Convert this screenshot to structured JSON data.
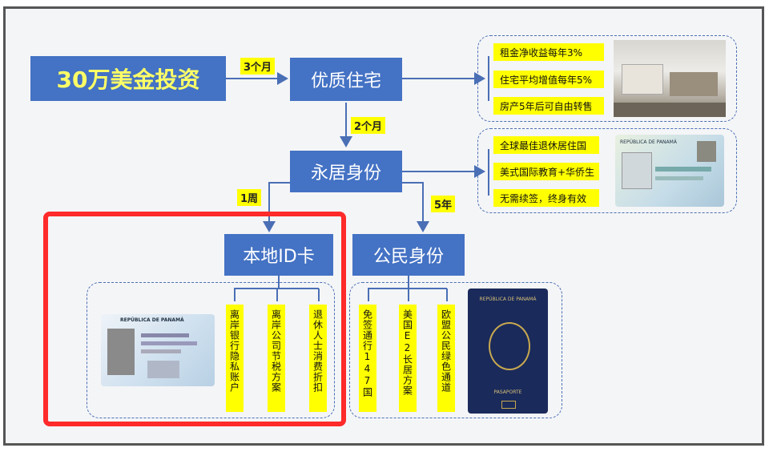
{
  "nodes": {
    "investment": "30万美金投资",
    "residence": "优质住宅",
    "permanent": "永居身份",
    "local_id": "本地ID卡",
    "citizen": "公民身份"
  },
  "edges": {
    "e1": "3个月",
    "e2": "2个月",
    "e3": "1周",
    "e4": "5年"
  },
  "residence_benefits": [
    "租金净收益每年3%",
    "住宅平均增值每年5%",
    "房产5年后可自由转售"
  ],
  "permanent_benefits": [
    "全球最佳退休居住国",
    "美式国际教育+华侨生",
    "无需续签，终身有效"
  ],
  "local_id_benefits": [
    "离岸银行隐私账户",
    "离岸公司节税方案",
    "退休人士消费折扣"
  ],
  "citizen_benefits": [
    "免签通行147国",
    "美国E2长居方案",
    "欧盟公民绿色通道"
  ],
  "card_text": {
    "republic": "REPÚBLICA DE PANAMÁ",
    "passport": "PASAPORTE"
  },
  "colors": {
    "node": "#4472c4",
    "highlight": "#ff2a2a",
    "label": "#ffff00"
  }
}
